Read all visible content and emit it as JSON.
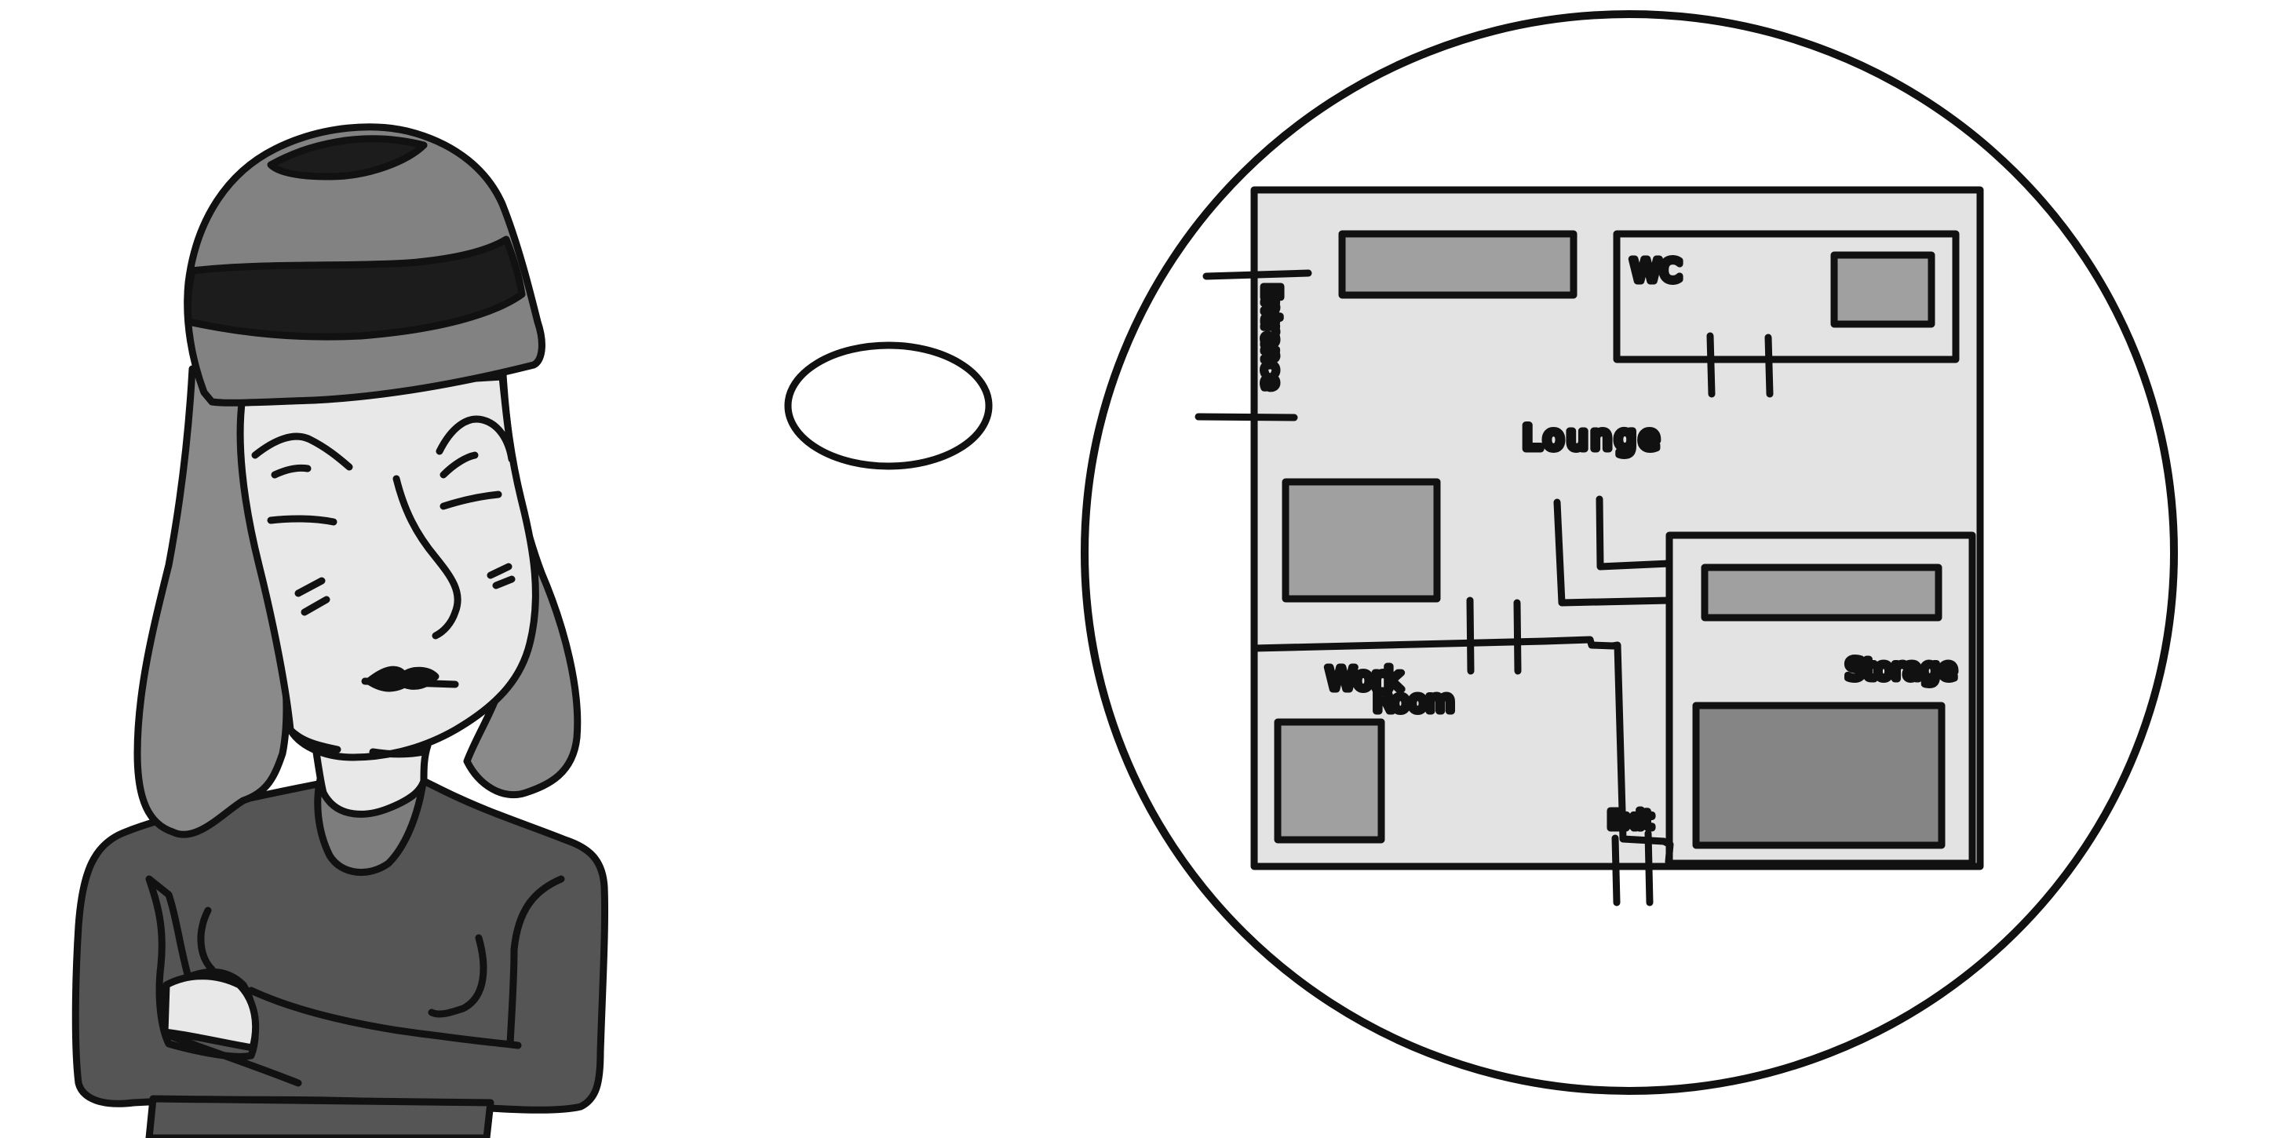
{
  "colors": {
    "ink": "#111111",
    "paper": "#ffffff",
    "floor": "#e3e3e3",
    "furniture": "#a0a0a0",
    "furniture_dark": "#858585",
    "hat": "#828282",
    "hat_band": "#1c1c1c",
    "hair": "#8a8a8a",
    "skin": "#e8e8e8",
    "sweater": "#555555",
    "collar": "#7d7d7d"
  },
  "floor_plan": {
    "rooms": {
      "entrance": "Entrance",
      "wc": "WC",
      "lounge": "Lounge",
      "work_room_line1": "Work",
      "work_room_line2": "Room",
      "storage": "Storage",
      "exit": "Exit"
    }
  },
  "icons": [
    "thinking-person",
    "thought-bubble",
    "floor-plan"
  ]
}
